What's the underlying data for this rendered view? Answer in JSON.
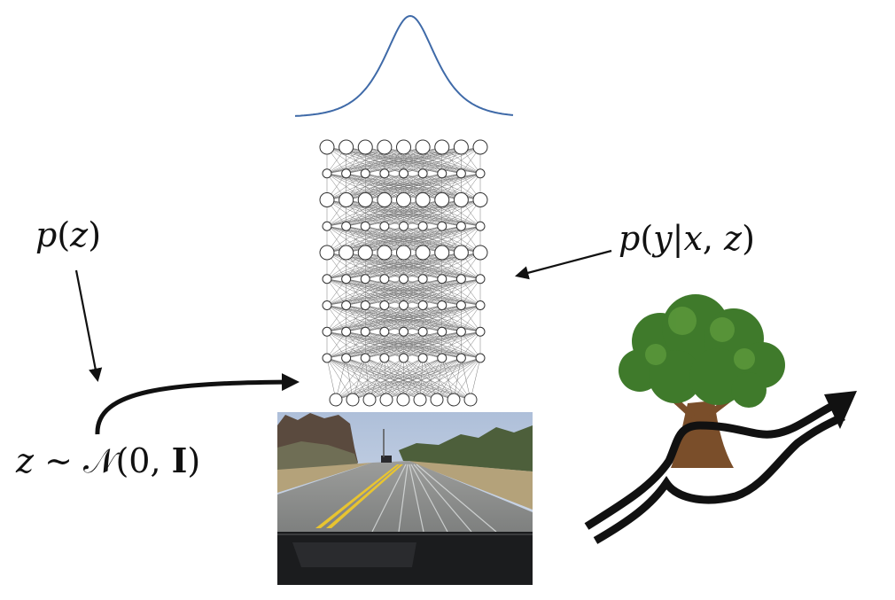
{
  "labels": {
    "prior": [
      "p",
      "(",
      "z",
      ")"
    ],
    "likelihood": [
      "p",
      "(",
      "y",
      "|",
      "x",
      ", ",
      "z",
      ")"
    ],
    "sample": [
      "z",
      " ∼ ",
      "𝒩",
      "(",
      "0",
      ", ",
      "I",
      ")"
    ]
  },
  "network": {
    "layers": [
      9,
      9,
      9,
      9,
      9,
      9,
      9,
      9,
      9
    ],
    "big_layers": [
      0,
      2,
      4
    ],
    "input_nodes": 9
  },
  "colors": {
    "curve": "#3f6aa8",
    "ink": "#111111",
    "net_edge": "#7a7a7a",
    "sky": "#c9d4e6",
    "road": "#8b8d8c",
    "lane_yellow": "#e8c430",
    "grass": "#b4a27a",
    "tree_leaf": "#3f7a2b",
    "trunk": "#7a4e2a"
  },
  "icons": {
    "distribution": "gaussian-curve-icon",
    "tree": "tree-icon",
    "trajectories": "path-arrow-icon"
  }
}
